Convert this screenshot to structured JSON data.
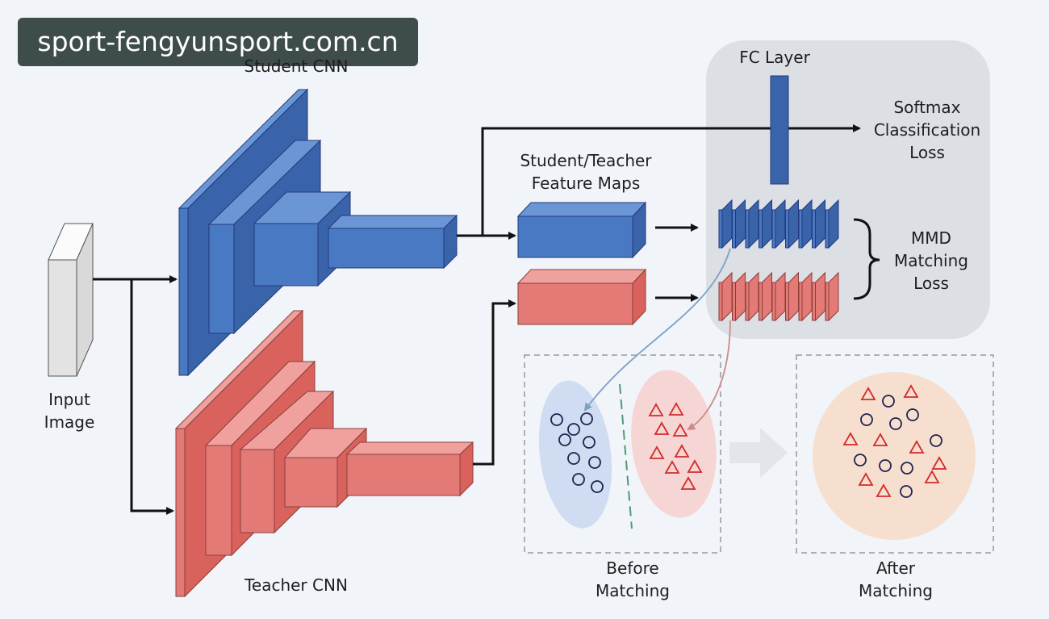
{
  "watermark": "sport-fengyunsport.com.cn",
  "labels": {
    "student_cnn": "Student CNN",
    "teacher_cnn": "Teacher CNN",
    "input_line1": "Input",
    "input_line2": "Image",
    "feature_maps_line1": "Student/Teacher",
    "feature_maps_line2": "Feature Maps",
    "fc_layer": "FC Layer",
    "softmax_line1": "Softmax",
    "softmax_line2": "Classification",
    "softmax_line3": "Loss",
    "mmd_line1": "MMD",
    "mmd_line2": "Matching",
    "mmd_line3": "Loss",
    "before_line1": "Before",
    "before_line2": "Matching",
    "after_line1": "After",
    "after_line2": "Matching"
  },
  "colors": {
    "student": "#4a79c4",
    "teacher": "#e47a76",
    "fc_box": "#dcdfe4",
    "arrow": "#111111"
  }
}
